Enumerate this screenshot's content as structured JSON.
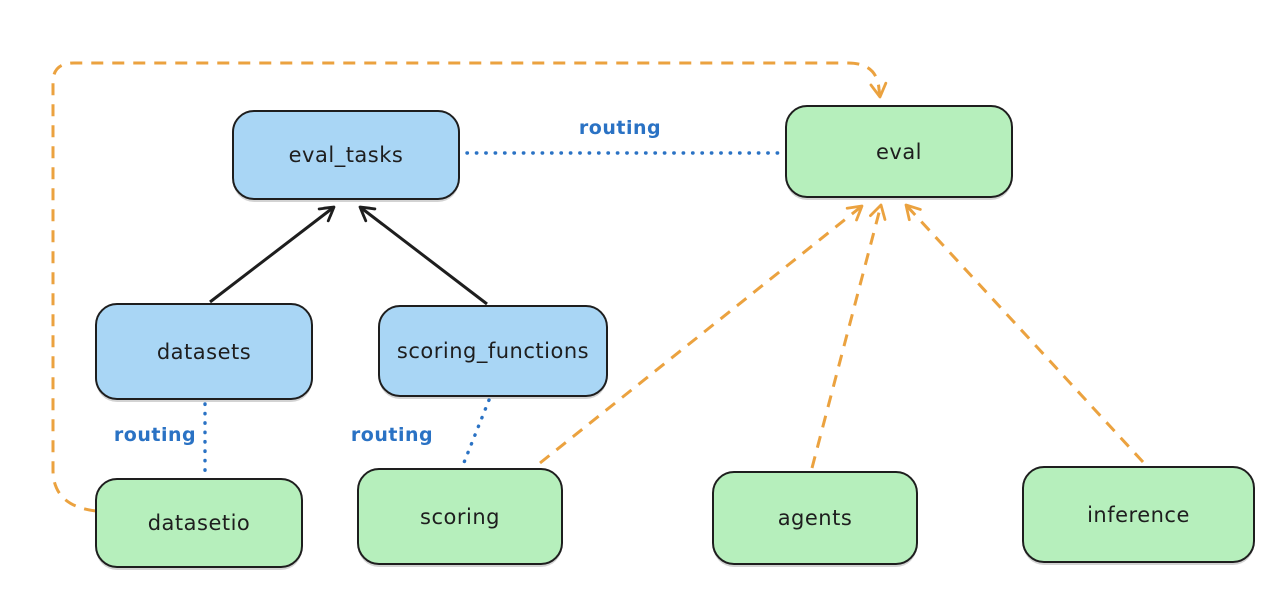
{
  "diagram": {
    "type": "architecture-flow",
    "background": "#ffffff",
    "colors": {
      "node_stroke": "#1e1e1e",
      "blue_fill": "#a9d6f5",
      "green_fill": "#b6efbc",
      "routing_blue": "#2a72c4",
      "orange": "#eba23f",
      "black_arrow": "#1e1e1e"
    },
    "nodes": [
      {
        "id": "eval_tasks",
        "label": "eval_tasks",
        "color": "blue"
      },
      {
        "id": "eval",
        "label": "eval",
        "color": "green"
      },
      {
        "id": "datasets",
        "label": "datasets",
        "color": "blue"
      },
      {
        "id": "scoring_functions",
        "label": "scoring_functions",
        "color": "blue"
      },
      {
        "id": "datasetio",
        "label": "datasetio",
        "color": "green"
      },
      {
        "id": "scoring",
        "label": "scoring",
        "color": "green"
      },
      {
        "id": "agents",
        "label": "agents",
        "color": "green"
      },
      {
        "id": "inference",
        "label": "inference",
        "color": "green"
      }
    ],
    "edge_labels": [
      {
        "id": "routing-eval_tasks-eval",
        "text": "routing"
      },
      {
        "id": "routing-datasets-datasetio",
        "text": "routing"
      },
      {
        "id": "routing-scoring_functions-scoring",
        "text": "routing"
      }
    ],
    "edges": [
      {
        "from": "datasets",
        "to": "eval_tasks",
        "style": "solid",
        "color": "black",
        "arrow": "to"
      },
      {
        "from": "scoring_functions",
        "to": "eval_tasks",
        "style": "solid",
        "color": "black",
        "arrow": "to"
      },
      {
        "from": "eval_tasks",
        "to": "eval",
        "style": "dotted",
        "color": "blue",
        "label": "routing"
      },
      {
        "from": "datasets",
        "to": "datasetio",
        "style": "dotted",
        "color": "blue",
        "label": "routing"
      },
      {
        "from": "scoring_functions",
        "to": "scoring",
        "style": "dotted",
        "color": "blue",
        "label": "routing"
      },
      {
        "from": "datasetio",
        "to": "eval",
        "style": "dashed",
        "color": "orange",
        "arrow": "to",
        "route": "left-top-loop"
      },
      {
        "from": "scoring",
        "to": "eval",
        "style": "dashed",
        "color": "orange",
        "arrow": "to"
      },
      {
        "from": "agents",
        "to": "eval",
        "style": "dashed",
        "color": "orange",
        "arrow": "to"
      },
      {
        "from": "inference",
        "to": "eval",
        "style": "dashed",
        "color": "orange",
        "arrow": "to"
      }
    ]
  }
}
